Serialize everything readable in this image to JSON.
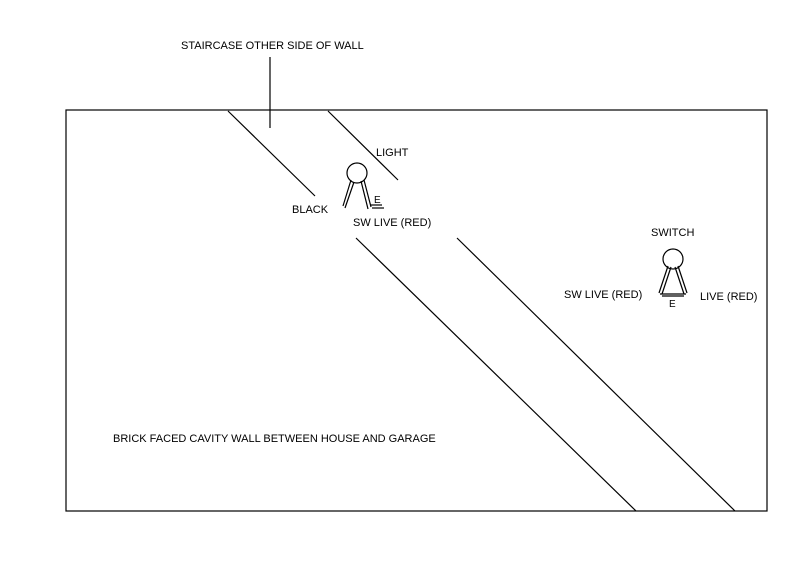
{
  "colors": {
    "background": "#ffffff",
    "line": "#000000"
  },
  "labels": {
    "staircase": "STAIRCASE OTHER SIDE OF WALL",
    "light": "LIGHT",
    "black": "BLACK",
    "earth_light": "E",
    "sw_live_light": "SW LIVE (RED)",
    "switch": "SWITCH",
    "sw_live_switch": "SW LIVE (RED)",
    "live_switch": "LIVE (RED)",
    "earth_switch": "E",
    "wall": "BRICK FACED CAVITY WALL BETWEEN HOUSE AND GARAGE"
  }
}
